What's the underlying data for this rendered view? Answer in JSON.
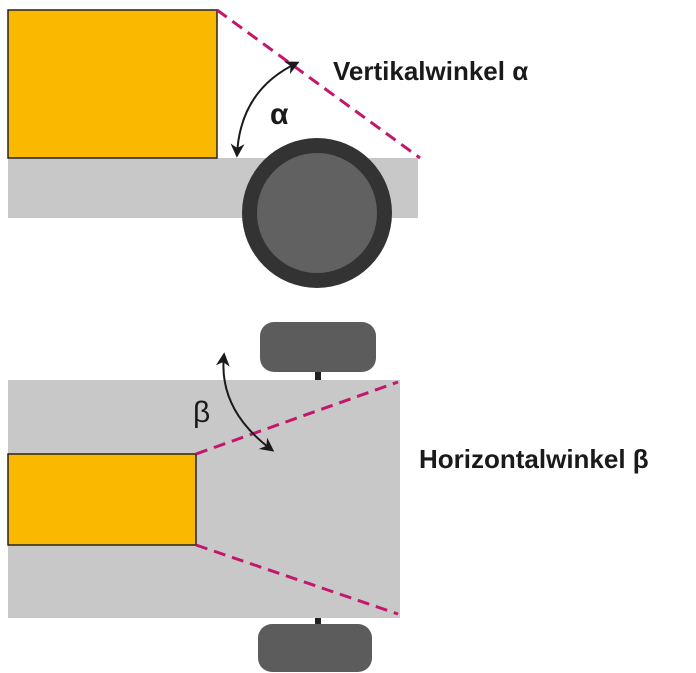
{
  "labels": {
    "vertical_angle": "Vertikalwinkel α",
    "alpha_symbol": "α",
    "horizontal_angle": "Horizontalwinkel β",
    "beta_symbol": "β"
  },
  "colors": {
    "sensor_box": "#fbb800",
    "body": "#c8c8c8",
    "wheel_outer": "#333333",
    "wheel_inner": "#616161",
    "dashed_line": "#c2186b",
    "arrow": "#1a1a1a",
    "outline": "#222222"
  },
  "icons": {
    "alpha_arrow": "double-headed-curved-arrow",
    "beta_arrow": "double-headed-curved-arrow"
  }
}
